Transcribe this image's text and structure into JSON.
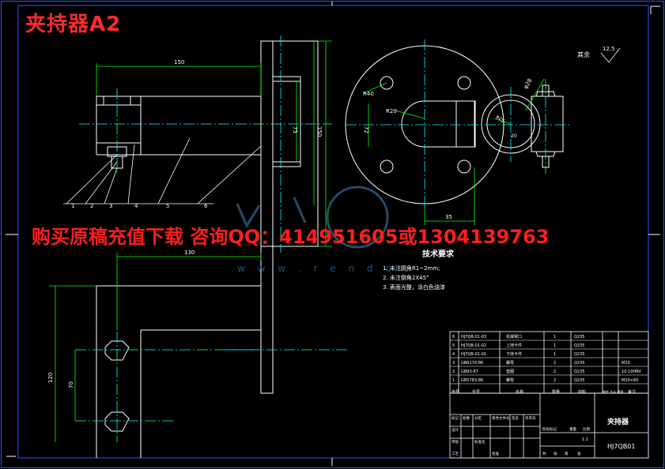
{
  "header": {
    "title": "夹持器A2"
  },
  "promo": {
    "text": "购买原稿充值下载 咨询QQ：414951605或1304139763"
  },
  "watermark": {
    "url": "w w w . r e n d o c"
  },
  "roughness": {
    "label": "其余",
    "value": "12.5"
  },
  "dimensions": {
    "top_width": "150",
    "height_75": "75",
    "height_150": "150",
    "r_outer": "R40",
    "r_inner": "R20",
    "r_small": "R20",
    "phi": "φ28",
    "d25": "φ25",
    "d35": "35",
    "d20": "20",
    "d72": "72",
    "bottom_width": "130",
    "height_120": "120",
    "height_70": "70"
  },
  "balloons": [
    "1",
    "2",
    "3",
    "4",
    "5",
    "6"
  ],
  "tech_requirements": {
    "title": "技术要求",
    "items": [
      "1.  未注圆角R1~2mm;",
      "2.  未注倒角2X45°",
      "3.  表面光整，涂白色油漆"
    ]
  },
  "bom": {
    "rows": [
      {
        "no": "6",
        "code": "HJ7QB-01-03",
        "name": "机械臂口",
        "qty": "1",
        "material": "Q235",
        "note": ""
      },
      {
        "no": "5",
        "code": "HJ7QB-01-02",
        "name": "上持卡件",
        "qty": "1",
        "material": "Q235",
        "note": ""
      },
      {
        "no": "4",
        "code": "HJ7QB-01-01",
        "name": "下持卡件",
        "qty": "1",
        "material": "Q235",
        "note": ""
      },
      {
        "no": "3",
        "code": "GB6170-86",
        "name": "螺母",
        "qty": "2",
        "material": "Q235",
        "note": "M10"
      },
      {
        "no": "2",
        "code": "GB93-87",
        "name": "垫圈",
        "qty": "2",
        "material": "Q235",
        "note": "10-10HRV"
      },
      {
        "no": "1",
        "code": "GB5783-86",
        "name": "螺栓",
        "qty": "2",
        "material": "Q235",
        "note": "M10×60"
      }
    ],
    "header": {
      "no": "序号",
      "code": "代号",
      "name": "名称",
      "qty": "数量",
      "material": "材料",
      "weight": "单件 总计 重量",
      "note": "备注"
    }
  },
  "title_block": {
    "part_name": "夹持器",
    "drawing_no": "HJ7QB01",
    "scale": "1:1",
    "labels": [
      "标记",
      "处数",
      "分区",
      "更改文件号",
      "签名",
      "年月日",
      "设计",
      "审核",
      "工艺",
      "标准化",
      "阶段标记",
      "重量",
      "比例",
      "共",
      "张",
      "第",
      "张",
      "批准"
    ]
  },
  "colors": {
    "line": "#ffffff",
    "center": "#00ffff",
    "dim": "#00ff00",
    "frame": "#2a55ff",
    "accent": "#ff2a2a"
  }
}
